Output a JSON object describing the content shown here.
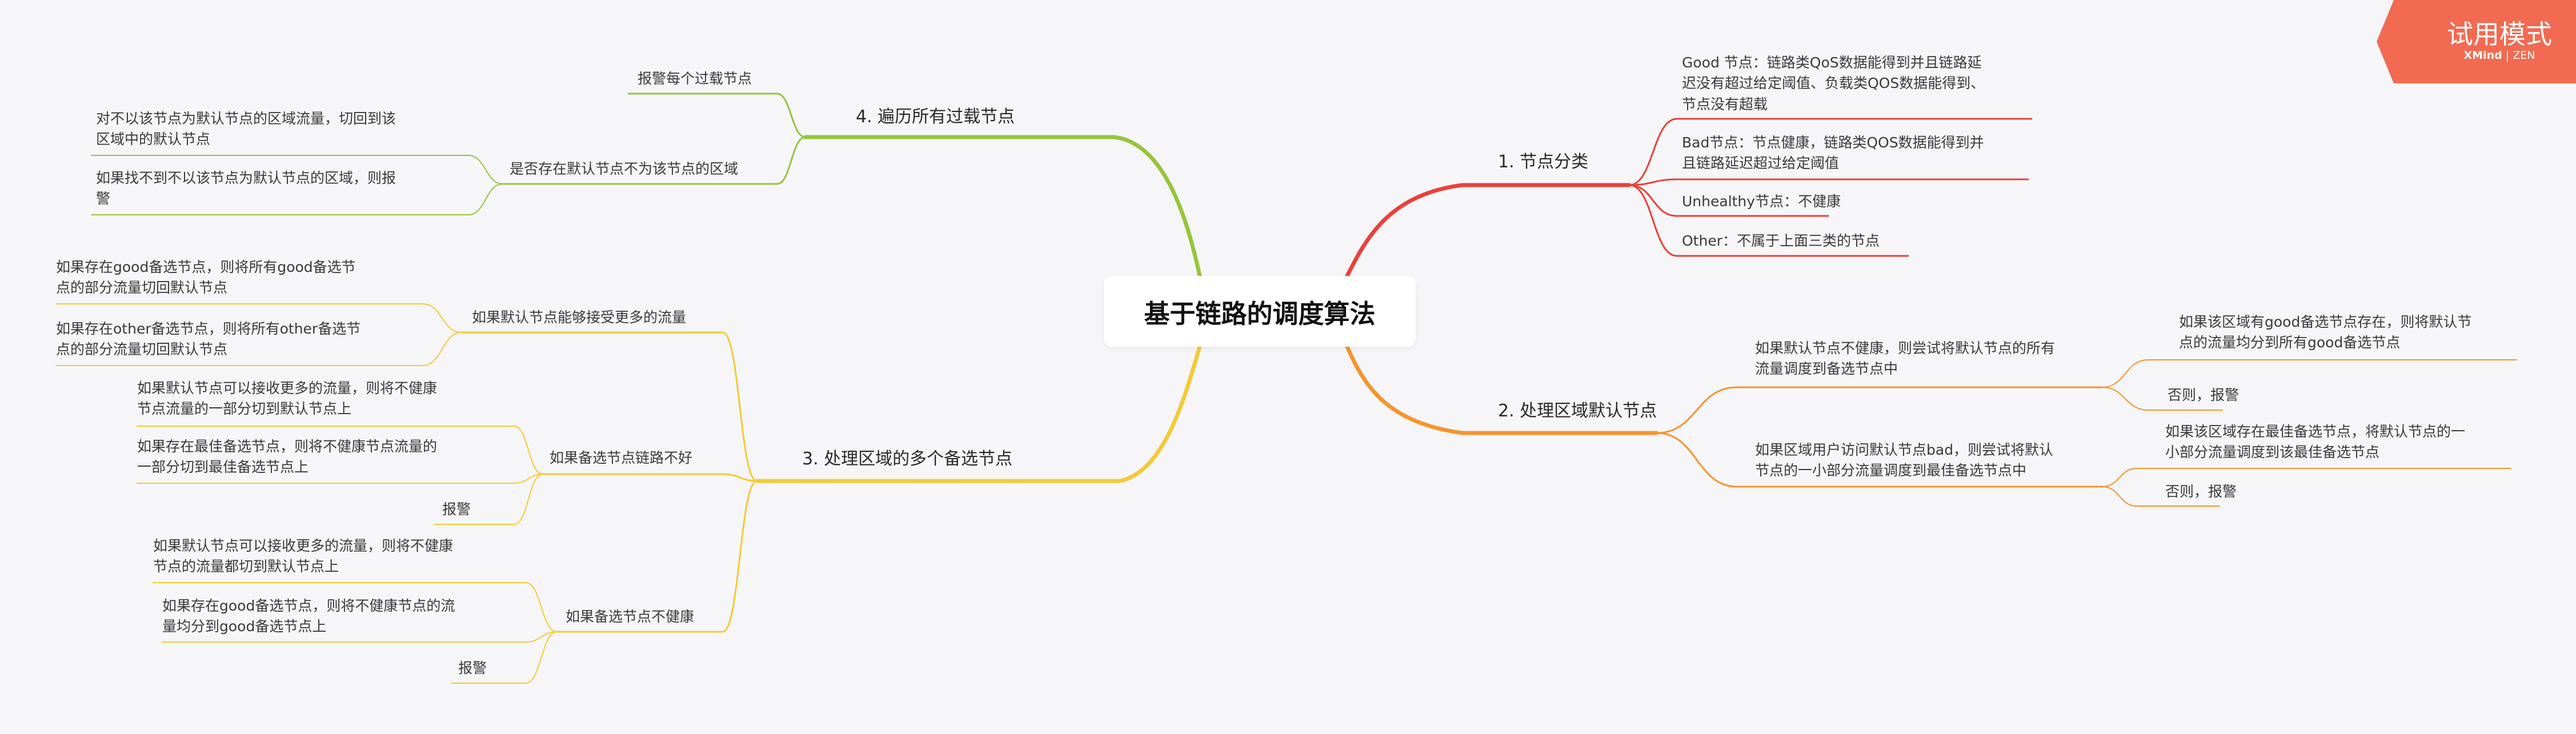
{
  "root": "基于链路的调度算法",
  "badge": {
    "title": "试用模式",
    "brand": "XMind",
    "edition": "ZEN"
  },
  "colors": {
    "b1": "#e9413a",
    "b2": "#f5942e",
    "b3": "#f5c938",
    "b4": "#97c43c",
    "badge": "#f26a51"
  },
  "branches": [
    {
      "label": "1. 节点分类",
      "children": [
        {
          "label": [
            "Good 节点：链路类QoS数据能得到并且链路延",
            "迟没有超过给定阈值、负载类QOS数据能得到、",
            "节点没有超载"
          ]
        },
        {
          "label": [
            "Bad节点：节点健康，链路类QOS数据能得到并",
            "且链路延迟超过给定阈值"
          ]
        },
        {
          "label": [
            "Unhealthy节点：不健康"
          ]
        },
        {
          "label": [
            "Other：不属于上面三类的节点"
          ]
        }
      ]
    },
    {
      "label": "2. 处理区域默认节点",
      "children": [
        {
          "label": [
            "如果默认节点不健康，则尝试将默认节点的所有",
            "流量调度到备选节点中"
          ],
          "children": [
            {
              "label": [
                "如果该区域有good备选节点存在，则将默认节",
                "点的流量均分到所有good备选节点"
              ]
            },
            {
              "label": [
                "否则，报警"
              ]
            }
          ]
        },
        {
          "label": [
            "如果区域用户访问默认节点bad，则尝试将默认",
            "节点的一小部分流量调度到最佳备选节点中"
          ],
          "children": [
            {
              "label": [
                "如果该区域存在最佳备选节点，将默认节点的一",
                "小部分流量调度到该最佳备选节点"
              ]
            },
            {
              "label": [
                "否则，报警"
              ]
            }
          ]
        }
      ]
    },
    {
      "label": "3. 处理区域的多个备选节点",
      "children": [
        {
          "label": [
            "如果默认节点能够接受更多的流量"
          ],
          "children": [
            {
              "label": [
                "如果存在good备选节点，则将所有good备选节",
                "点的部分流量切回默认节点"
              ]
            },
            {
              "label": [
                "如果存在other备选节点，则将所有other备选节",
                "点的部分流量切回默认节点"
              ]
            }
          ]
        },
        {
          "label": [
            "如果备选节点链路不好"
          ],
          "children": [
            {
              "label": [
                "如果默认节点可以接收更多的流量，则将不健康",
                "节点流量的一部分切到默认节点上"
              ]
            },
            {
              "label": [
                "如果存在最佳备选节点，则将不健康节点流量的",
                "一部分切到最佳备选节点上"
              ]
            },
            {
              "label": [
                "报警"
              ]
            }
          ]
        },
        {
          "label": [
            "如果备选节点不健康"
          ],
          "children": [
            {
              "label": [
                "如果默认节点可以接收更多的流量，则将不健康",
                "节点的流量都切到默认节点上"
              ]
            },
            {
              "label": [
                "如果存在good备选节点，则将不健康节点的流",
                "量均分到good备选节点上"
              ]
            },
            {
              "label": [
                "报警"
              ]
            }
          ]
        }
      ]
    },
    {
      "label": "4. 遍历所有过载节点",
      "children": [
        {
          "label": [
            "报警每个过载节点"
          ]
        },
        {
          "label": [
            "是否存在默认节点不为该节点的区域"
          ],
          "children": [
            {
              "label": [
                "对不以该节点为默认节点的区域流量，切回到该",
                "区域中的默认节点"
              ]
            },
            {
              "label": [
                "如果找不到不以该节点为默认节点的区域，则报",
                "警"
              ]
            }
          ]
        }
      ]
    }
  ]
}
